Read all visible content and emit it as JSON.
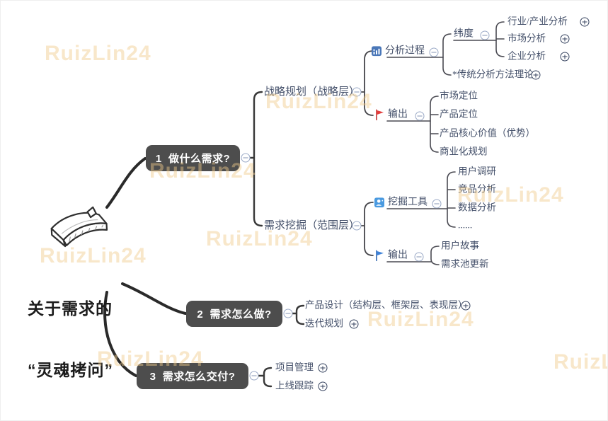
{
  "watermark": {
    "text": "RuizLin24"
  },
  "m": {
    "root": {
      "title1": "关于需求的",
      "title2": "“灵魂拷问”"
    },
    "q1": {
      "label": "1  做什么需求?",
      "strategy": {
        "label": "战略规划（战略层）",
        "process": {
          "label": "分析过程",
          "dimension": {
            "label": "纬度",
            "items": [
              {
                "label": "行业/产业分析"
              },
              {
                "label": "市场分析"
              },
              {
                "label": "企业分析"
              }
            ]
          },
          "traditional": {
            "label": "*传统分析方法理论"
          }
        },
        "output": {
          "label": "输出",
          "items": [
            {
              "label": "市场定位"
            },
            {
              "label": "产品定位"
            },
            {
              "label": "产品核心价值（优势）"
            },
            {
              "label": "商业化规划"
            }
          ]
        }
      },
      "mining": {
        "label": "需求挖掘（范围层）",
        "tools": {
          "label": "挖掘工具",
          "items": [
            {
              "label": "用户调研"
            },
            {
              "label": "竞品分析"
            },
            {
              "label": "数据分析"
            },
            {
              "label": "......"
            }
          ]
        },
        "output": {
          "label": "输出",
          "items": [
            {
              "label": "用户故事"
            },
            {
              "label": "需求池更新"
            }
          ]
        }
      }
    },
    "q2": {
      "label": "2  需求怎么做?",
      "items": [
        {
          "label": "产品设计（结构层、框架层、表现层）"
        },
        {
          "label": "迭代规划"
        }
      ]
    },
    "q3": {
      "label": "3  需求怎么交付?",
      "items": [
        {
          "label": "项目管理"
        },
        {
          "label": "上线跟踪"
        }
      ]
    }
  },
  "colors": {
    "topic_bg": "#4d4d4d",
    "branch_text": "#44506a",
    "watermark": "#f0c98a",
    "red_flag": "#e23d3d",
    "blue_flag": "#3e82d8",
    "chart_icon_bg": "#4a77b8",
    "user_icon_bg": "#4a9ae0"
  }
}
